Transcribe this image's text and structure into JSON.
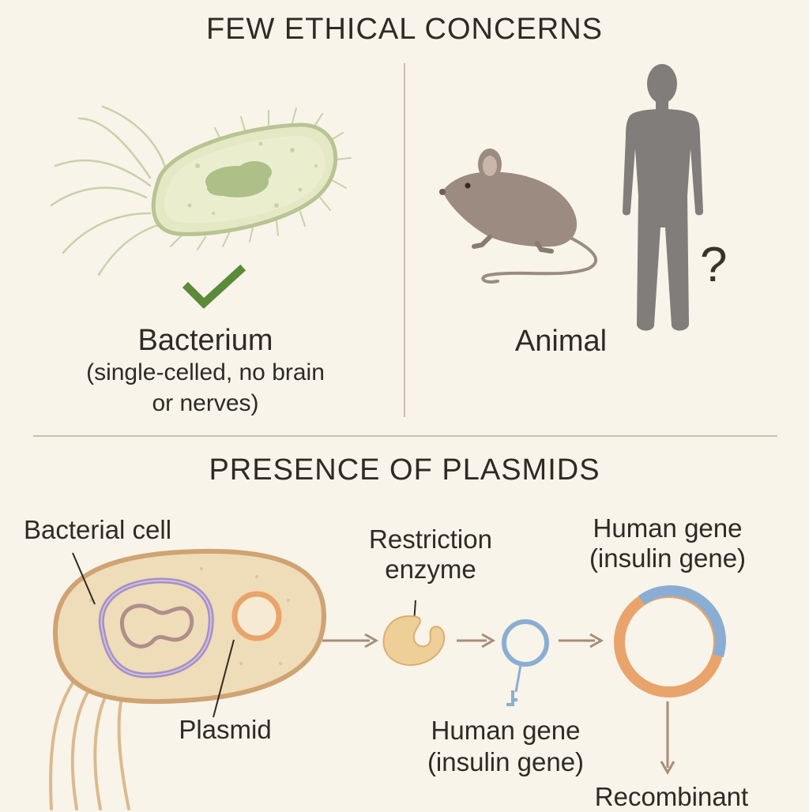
{
  "sections": {
    "ethics": {
      "title": "FEW ETHICAL CONCERNS",
      "bacterium": {
        "label": "Bacterium",
        "detail_line1": "(single-celled, no brain",
        "detail_line2": "or nerves)"
      },
      "animal": {
        "label": "Animal",
        "question_mark": "?"
      }
    },
    "plasmids": {
      "title": "PRESENCE OF PLASMIDS",
      "bacterial_cell_label": "Bacterial cell",
      "plasmid_label": "Plasmid",
      "restriction_enzyme_line1": "Restriction",
      "restriction_enzyme_line2": "enzyme",
      "human_gene_bottom_line1": "Human gene",
      "human_gene_bottom_line2": "(insulin gene)",
      "human_gene_top_line1": "Human gene",
      "human_gene_top_line2": "(insulin gene)",
      "recombinant_label": "Recombinant"
    }
  },
  "colors": {
    "background": "#f8f4e9",
    "bacterium_fill": "#e4e8c4",
    "bacterium_stroke": "#b8c493",
    "check_green": "#5b8a3a",
    "mouse": "#9b8b80",
    "human_silhouette": "#807d7a",
    "cell_fill": "#efdcb8",
    "cell_stroke": "#cfa372",
    "chromosome_purple": "#a591c4",
    "plasmid_orange": "#e8a46b",
    "gene_blue": "#8aaed3",
    "arrow": "#a88d78"
  },
  "icons": [
    "check-icon",
    "question-mark-icon",
    "arrow-right-icon",
    "arrow-down-icon"
  ]
}
